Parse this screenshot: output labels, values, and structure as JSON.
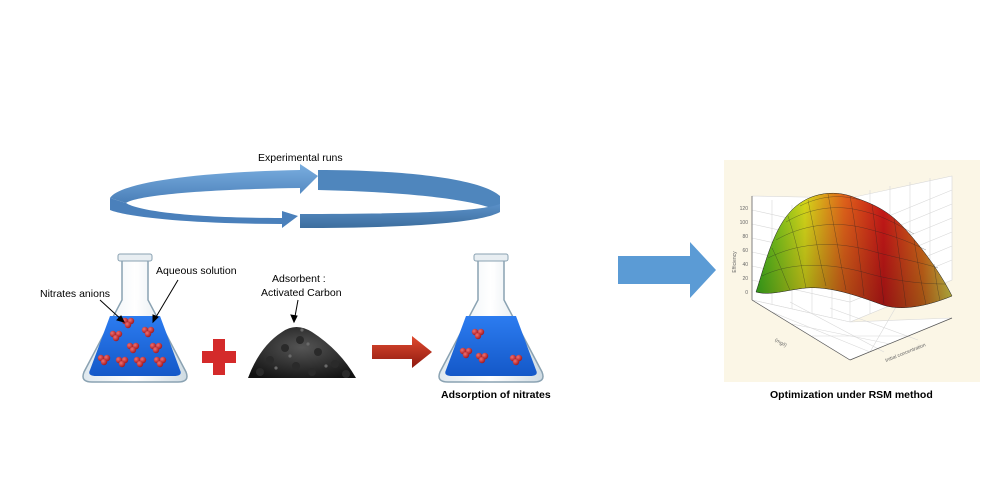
{
  "labels": {
    "cycle": "Experimental runs",
    "nitrates": "Nitrates anions",
    "aqueous": "Aqueous solution",
    "adsorbent_line1": "Adsorbent :",
    "adsorbent_line2": "Activated Carbon",
    "adsorption": "Adsorption of nitrates",
    "optimization": "Optimization under RSM method"
  },
  "plot": {
    "z_label": "Efficiency",
    "z_ticks": [
      "120",
      "100",
      "80",
      "60",
      "40",
      "20",
      "0"
    ],
    "x_label": "Initial concentration",
    "y_label": "(mg/l)"
  },
  "colors": {
    "arrow_blue": "#5b9bd5",
    "arrow_blue_dark": "#3f6fa0",
    "flask_liquid": "#1e6be0",
    "ion_red": "#c8202a",
    "plus_red": "#d42a2a",
    "arrow_red": "#b22015"
  }
}
